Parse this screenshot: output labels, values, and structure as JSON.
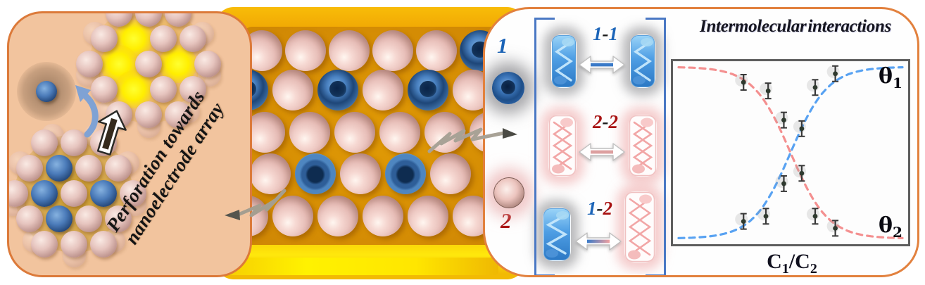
{
  "left_panel": {
    "caption_line1": "Perforation towards",
    "caption_line2": "nanoelectrode array",
    "perforated_cluster_hole_indices": [
      4,
      8,
      10,
      13
    ],
    "mixed_cluster_blue_indices": [
      4,
      8,
      10,
      13
    ]
  },
  "middle_array": {
    "rows": [
      "PPPPPB",
      "BPBPBP",
      "PPPPPP",
      "PCPCP",
      "PPPPPP"
    ],
    "legend": {
      "P": "pink nanosphere",
      "B": "blue nanosphere",
      "C": "blue nanocup"
    }
  },
  "right_panel": {
    "species": [
      {
        "id": "1",
        "color": "#1B64B8",
        "type": "blue"
      },
      {
        "id": "2",
        "color": "#A81212",
        "type": "pink"
      }
    ],
    "pair_separator": "-",
    "pairs": [
      {
        "a": "1",
        "b": "1"
      },
      {
        "a": "2",
        "b": "2"
      },
      {
        "a": "1",
        "b": "2"
      }
    ]
  },
  "chart_data": {
    "type": "line",
    "title": "Intermolecular interactions",
    "xlabel": "C1/C2",
    "x_axis_parts": {
      "c1_base": "C",
      "c1_sub": "1",
      "divider": "/",
      "c2_base": "C",
      "c2_sub": "2"
    },
    "xlim": [
      0,
      1
    ],
    "ylim": [
      0,
      1
    ],
    "grid": false,
    "legend_position": "in-plot labels",
    "marker_color": "#2F3A2F",
    "error_bar": 0.045,
    "series": [
      {
        "name": "θ1",
        "label_base": "θ",
        "label_sub": "1",
        "color": "#58A2F2",
        "style": "dashed",
        "shape": "rising-sigmoid",
        "points": [
          [
            0.29,
            0.1
          ],
          [
            0.39,
            0.13
          ],
          [
            0.47,
            0.32
          ],
          [
            0.55,
            0.64
          ],
          [
            0.61,
            0.88
          ],
          [
            0.7,
            0.96
          ]
        ]
      },
      {
        "name": "θ2",
        "label_base": "θ",
        "label_sub": "2",
        "color": "#F49090",
        "style": "dashed",
        "shape": "falling-sigmoid",
        "points": [
          [
            0.29,
            0.91
          ],
          [
            0.4,
            0.86
          ],
          [
            0.47,
            0.69
          ],
          [
            0.55,
            0.38
          ],
          [
            0.61,
            0.13
          ],
          [
            0.7,
            0.06
          ]
        ]
      }
    ]
  }
}
